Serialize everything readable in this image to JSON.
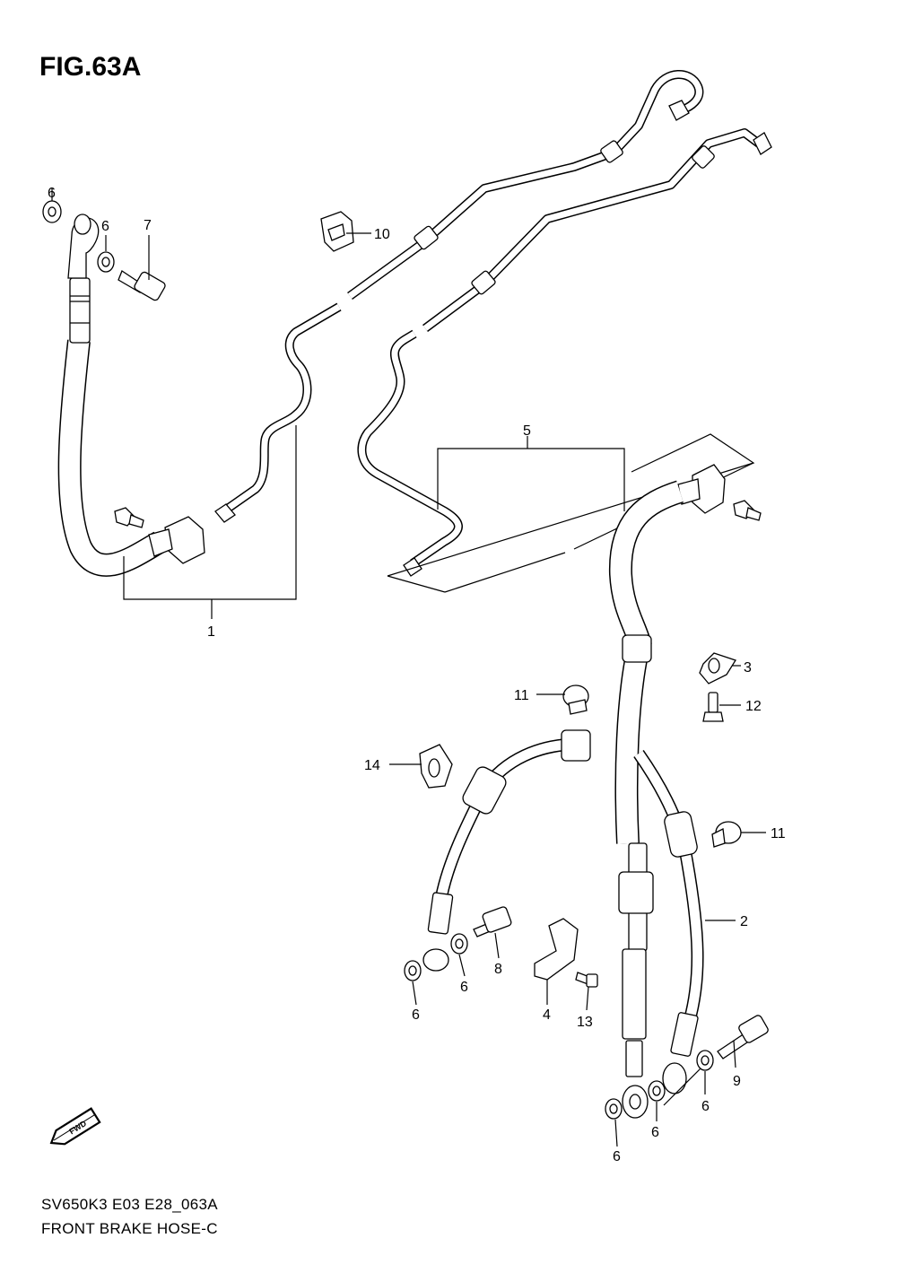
{
  "figure": {
    "title": "FIG.63A",
    "code": "SV650K3 E03 E28_063A",
    "name": "FRONT BRAKE HOSE-C"
  },
  "callouts": [
    {
      "id": "c1",
      "label": "1"
    },
    {
      "id": "c2",
      "label": "2"
    },
    {
      "id": "c3",
      "label": "3"
    },
    {
      "id": "c4",
      "label": "4"
    },
    {
      "id": "c5",
      "label": "5"
    },
    {
      "id": "c6a",
      "label": "6"
    },
    {
      "id": "c6b",
      "label": "6"
    },
    {
      "id": "c6c",
      "label": "6"
    },
    {
      "id": "c6d",
      "label": "6"
    },
    {
      "id": "c6e",
      "label": "6"
    },
    {
      "id": "c6f",
      "label": "6"
    },
    {
      "id": "c6g",
      "label": "6"
    },
    {
      "id": "c7",
      "label": "7"
    },
    {
      "id": "c8",
      "label": "8"
    },
    {
      "id": "c9",
      "label": "9"
    },
    {
      "id": "c10",
      "label": "10"
    },
    {
      "id": "c11a",
      "label": "11"
    },
    {
      "id": "c11b",
      "label": "11"
    },
    {
      "id": "c12",
      "label": "12"
    },
    {
      "id": "c13",
      "label": "13"
    },
    {
      "id": "c14",
      "label": "14"
    }
  ],
  "direction_badge": {
    "label": "FWD",
    "icon": "forward-arrow-icon"
  }
}
